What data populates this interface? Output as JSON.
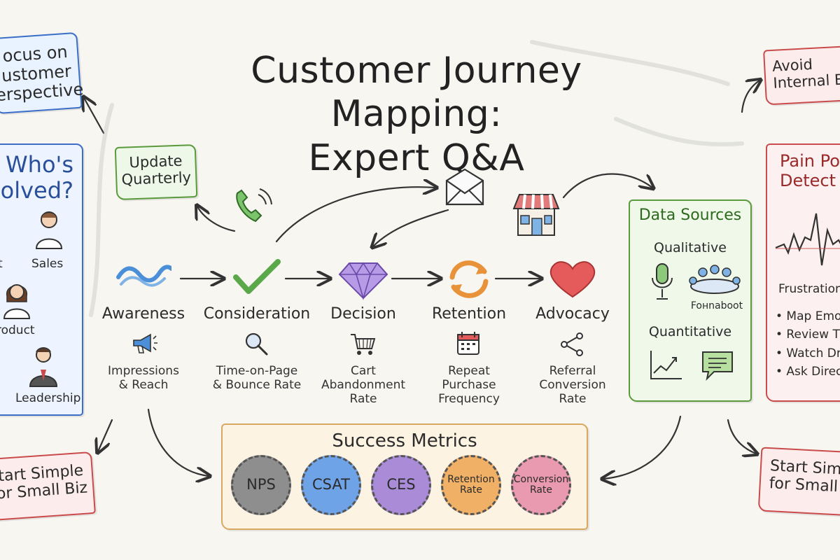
{
  "title": "Customer Journey Mapping:\nExpert Q&A",
  "notes": {
    "focus": "ocus on\nustomer\nerspective",
    "update": "Update\nQuarterly",
    "avoid": "Avoid\nInternal B",
    "start_left": "tart Simple\nor Small Biz",
    "start_right": "Start Simp\nfor Small B"
  },
  "whos_involved": {
    "heading": "Who's\nolved?",
    "roles": [
      "t",
      "Sales",
      "roduct",
      "Leadership"
    ]
  },
  "stages": [
    {
      "label": "Awareness",
      "metric": "Impressions\n& Reach",
      "icon": "wave-icon",
      "metric_icon": "megaphone-icon"
    },
    {
      "label": "Consideration",
      "metric": "Time-on-Page\n& Bounce Rate",
      "icon": "checkmark-icon",
      "metric_icon": "magnifier-icon"
    },
    {
      "label": "Decision",
      "metric": "Cart\nAbandonment\nRate",
      "icon": "diamond-icon",
      "metric_icon": "cart-icon"
    },
    {
      "label": "Retention",
      "metric": "Repeat\nPurchase\nFrequency",
      "icon": "refresh-icon",
      "metric_icon": "calendar-icon"
    },
    {
      "label": "Advocacy",
      "metric": "Referral\nConversion\nRate",
      "icon": "heart-icon",
      "metric_icon": "share-icon"
    }
  ],
  "channels": [
    "phone-icon",
    "envelope-icon",
    "store-icon"
  ],
  "data_sources": {
    "heading": "Data Sources",
    "qualitative": "Qualitative",
    "focus_group_label": "Foнnabоot",
    "quantitative": "Quantitative"
  },
  "pain_points": {
    "heading": "Pain Po\nDetect",
    "caption": "Frustration",
    "items": [
      "• Map Emot",
      "• Review Ti",
      "• Watch Dr",
      "• Ask Direct"
    ]
  },
  "success_metrics": {
    "heading": "Success Metrics",
    "badges": [
      {
        "label": "NPS",
        "color": "#8e8e8e"
      },
      {
        "label": "CSAT",
        "color": "#6fa3e8"
      },
      {
        "label": "CES",
        "color": "#a98bd8"
      },
      {
        "label": "Retention\nRate",
        "color": "#f0b066"
      },
      {
        "label": "Conversion\nRate",
        "color": "#e99ab0"
      }
    ]
  },
  "colors": {
    "accent_blue": "#3b6fc7",
    "accent_green": "#5a9a3c",
    "accent_red": "#c94b4b",
    "accent_orange": "#e8923a",
    "accent_purple": "#8a63c9"
  }
}
